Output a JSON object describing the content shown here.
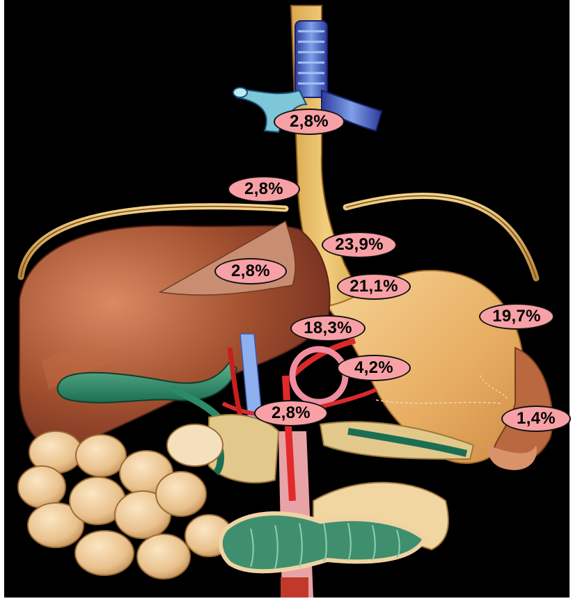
{
  "labels": {
    "trachea_carina": "2,8%",
    "diaphragm_hiatus": "2,8%",
    "esophagus_distal": "23,9%",
    "liver_left_lobe": "2,8%",
    "gastroesophageal_junction": "21,1%",
    "stomach_fundus": "19,7%",
    "celiac_region": "18,3%",
    "lesser_curvature": "4,2%",
    "pancreas_head": "2,8%",
    "stomach_distal": "1,4%"
  },
  "colors": {
    "background": "#000000",
    "label_fill": "#f7a1a6",
    "label_border": "#111111"
  }
}
